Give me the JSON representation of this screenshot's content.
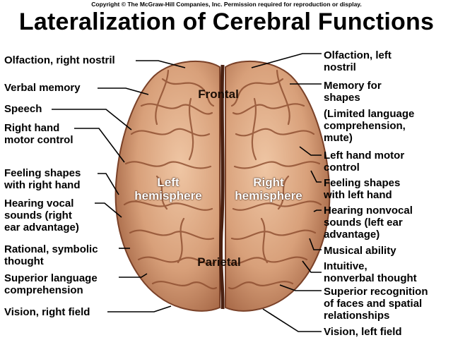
{
  "copyright": "Copyright © The McGraw-Hill Companies, Inc. Permission required for reproduction or display.",
  "title": "Lateralization of Cerebral Functions",
  "brain_labels": {
    "frontal": "Frontal",
    "parietal": "Parietal",
    "left_hemisphere": [
      "Left",
      "hemisphere"
    ],
    "right_hemisphere": [
      "Right",
      "hemisphere"
    ]
  },
  "left_labels": [
    [
      "Olfaction, right nostril"
    ],
    [
      "Verbal memory"
    ],
    [
      "Speech"
    ],
    [
      "Right hand",
      "motor control"
    ],
    [
      "Feeling shapes",
      "with right hand"
    ],
    [
      "Hearing vocal",
      "sounds (right",
      "ear advantage)"
    ],
    [
      "Rational, symbolic",
      "thought"
    ],
    [
      "Superior language",
      "comprehension"
    ],
    [
      "Vision, right field"
    ]
  ],
  "right_labels": [
    [
      "Olfaction, left",
      "nostril"
    ],
    [
      "Memory for",
      "shapes"
    ],
    [
      "(Limited language",
      "comprehension,",
      "mute)"
    ],
    [
      "Left hand motor",
      "control"
    ],
    [
      "Feeling shapes",
      "with left hand"
    ],
    [
      "Hearing nonvocal",
      "sounds (left ear",
      "advantage)"
    ],
    [
      "Musical ability"
    ],
    [
      "Intuitive,",
      "nonverbal thought"
    ],
    [
      "Superior recognition",
      "of faces and spatial",
      "relationships"
    ],
    [
      "Vision, left field"
    ]
  ],
  "colors": {
    "brain_light": "#e6b896",
    "brain_mid": "#c98e67",
    "brain_dark": "#8a4f33",
    "fissure": "#5a2a16"
  }
}
